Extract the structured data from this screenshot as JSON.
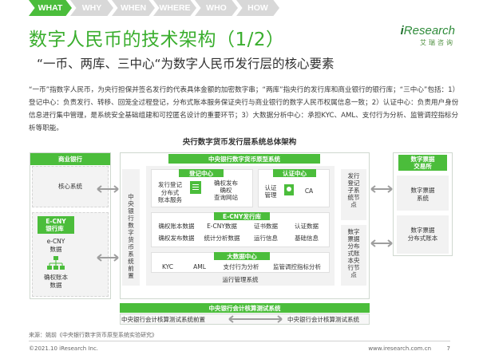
{
  "tabs": [
    "WHAT",
    "WHY",
    "WHEN",
    "WHERE",
    "WHO",
    "HOW"
  ],
  "logo": {
    "main_prefix": "i",
    "main_rest": "Research",
    "sub": "艾瑞咨询"
  },
  "title": "数字人民币的技术架构（1/2）",
  "subtitle": "“一币、两库、三中心“为数字人民币发行层的核心要素",
  "paragraph": "“一币”指数字人民币，为央行担保并签名发行的代表具体金额的加密数字串；“两库”指央行的发行库和商业银行的银行库；“三中心”包括：1）登记中心：负责发行、转移、回笼全过程登记，分布式账本服务保证央行与商业银行的数字人民币权属信息一致；2）认证中心：负责用户身份信息进行集中管理，是系统安全基础组建和可控匿名设计的重要环节；3）大数据分析中心：承担KYC、AML、支付行为分析、监管调控指标分析等职能。",
  "diagram": {
    "title": "央行数字货币发行层系统总体架构",
    "commercial_bank": {
      "header": "商业银行",
      "core_system": "核心系统",
      "ecny_header": "E-CNY\n银行库",
      "ecny_data": "e-CNY\n数据",
      "ledger_data": "确权账本\n数据"
    },
    "prototype": {
      "header": "中央银行数字货币原型系统",
      "front_system": "中央银行数字货币系统前置",
      "registry_header": "登记中心",
      "registry_items": [
        "发行登记",
        "分布式\n账本服务",
        "确权发布\n确权\n查询网站"
      ],
      "auth_header": "认证中心",
      "auth_items": [
        "认证\n管理",
        "CA"
      ],
      "ecny_lib_header": "E-CNY发行库",
      "ecny_lib_items": [
        "确权账本数据",
        "E-CNY数据",
        "证书数据",
        "认证数据",
        "确权发布数据",
        "统计分析数据",
        "运行信息",
        "基础信息"
      ],
      "bigdata_header": "大数据中心",
      "bigdata_items": [
        "KYC",
        "AML",
        "支付行为分析",
        "监管调控指标分析"
      ],
      "ops_system": "运行管理系统",
      "right_node1": "发行登记子系统节点",
      "right_node2": "数字票据分布式账本央行节点"
    },
    "exchange": {
      "header": "数字票据\n交易所",
      "item1": "数字票据\n系统",
      "item2": "数字票据\n分布式账本"
    },
    "settlement": {
      "header": "中央银行会计核算测试系统",
      "left": "中央银行会计核算测试系统前置",
      "right": "中央银行会计核算测试系统"
    }
  },
  "footer": {
    "source": "来源：姚前《中央银行数字货币原型系统实验研究》",
    "copyright": "©2021.10 iResearch Inc.",
    "website": "www.iresearch.com.cn",
    "page": "7"
  },
  "colors": {
    "accent": "#4bbd3b",
    "title_green": "#3aae2e"
  }
}
